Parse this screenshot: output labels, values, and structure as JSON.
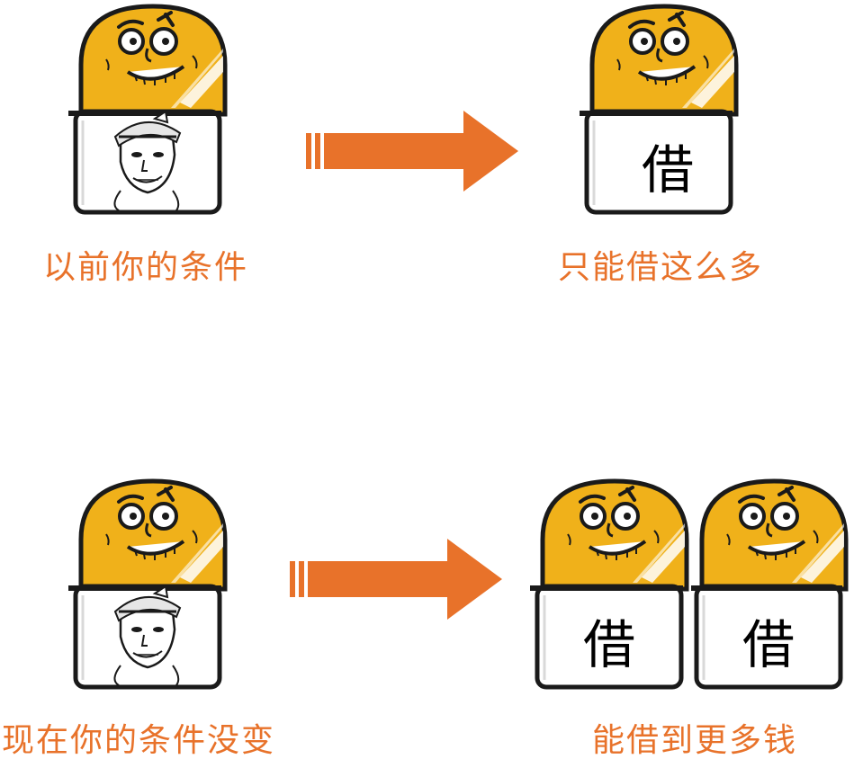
{
  "colors": {
    "accent": "#e8722a",
    "head_fill": "#f0b11a",
    "outline": "#1a1a1a",
    "sign_fill": "#ffffff"
  },
  "panels": {
    "top": {
      "left_caption": "以前你的条件",
      "right_caption": "只能借这么多",
      "right_sign_text": "借"
    },
    "bottom": {
      "left_caption": "现在你的条件没变",
      "right_caption": "能借到更多钱",
      "right_sign_text_1": "借",
      "right_sign_text_2": "借"
    }
  },
  "icons": {
    "left_sign": "portrait-icon",
    "arrow": "arrow-right-icon"
  }
}
